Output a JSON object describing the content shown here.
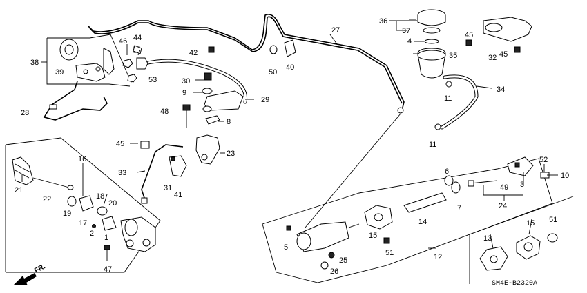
{
  "diagram": {
    "code": "SM4E-B2320A",
    "direction_label": "FR.",
    "callouts": [
      "1",
      "2",
      "3",
      "4",
      "5",
      "6",
      "7",
      "8",
      "9",
      "10",
      "11",
      "11",
      "12",
      "13",
      "14",
      "15",
      "15",
      "16",
      "17",
      "18",
      "19",
      "20",
      "21",
      "22",
      "23",
      "24",
      "25",
      "26",
      "27",
      "28",
      "29",
      "30",
      "31",
      "32",
      "33",
      "34",
      "35",
      "36",
      "37",
      "38",
      "39",
      "40",
      "41",
      "42",
      "44",
      "45",
      "45",
      "45",
      "46",
      "47",
      "48",
      "49",
      "50",
      "51",
      "51",
      "52",
      "53"
    ]
  }
}
